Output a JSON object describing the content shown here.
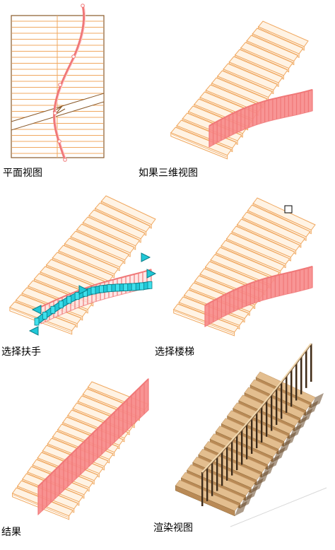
{
  "figure": {
    "captions": {
      "plan": "平面视图",
      "model": "如果三维视图",
      "select_rail": "选择扶手",
      "select_stair": "选择楼梯",
      "result": "结果",
      "render": "渲染视图"
    },
    "colors": {
      "tread": "#f0a860",
      "tread_fill": "#fff3e4",
      "rail": "#f07878",
      "rail_fill": "#f88a8a",
      "grip": "#20c8d8",
      "grip_dark": "#0a7f8a",
      "render_tread": "#e3be8f",
      "render_riser": "#b98a56",
      "render_shadow": "#6a4a2a",
      "post": "#3a2a1a"
    }
  }
}
